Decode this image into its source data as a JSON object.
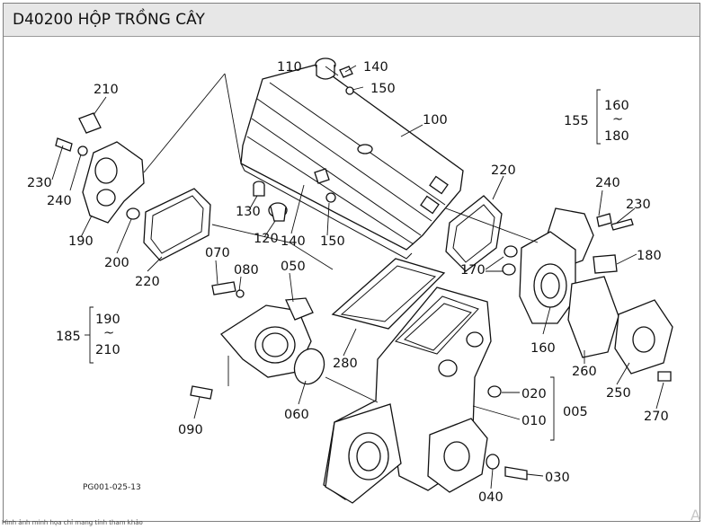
{
  "title": "D40200 HỘP TRỒNG CÂY",
  "drawing_code": "PG001-025-13",
  "footer_note": "Hình ảnh minh họa chỉ mang tính tham khảo",
  "corner_mark": "A",
  "callouts": {
    "p110": "110",
    "p140a": "140",
    "p150a": "150",
    "p100": "100",
    "p155": "155",
    "p160a": "160",
    "tilde1": "~",
    "p180a": "180",
    "p210a": "210",
    "p230a": "230",
    "p240a": "240",
    "p190a": "190",
    "p200": "200",
    "p220a": "220",
    "p130": "130",
    "p120": "120",
    "p140b": "140",
    "p150b": "150",
    "p220b": "220",
    "p240b": "240",
    "p230b": "230",
    "p170": "170",
    "p180b": "180",
    "p160b": "160",
    "p260": "260",
    "p250": "250",
    "p270": "270",
    "p070": "070",
    "p080": "080",
    "p050": "050",
    "p185": "185",
    "p190b": "190",
    "tilde2": "~",
    "p210b": "210",
    "p280": "280",
    "p060": "060",
    "p090": "090",
    "p020": "020",
    "p010": "010",
    "p005": "005",
    "p030": "030",
    "p040": "040"
  }
}
